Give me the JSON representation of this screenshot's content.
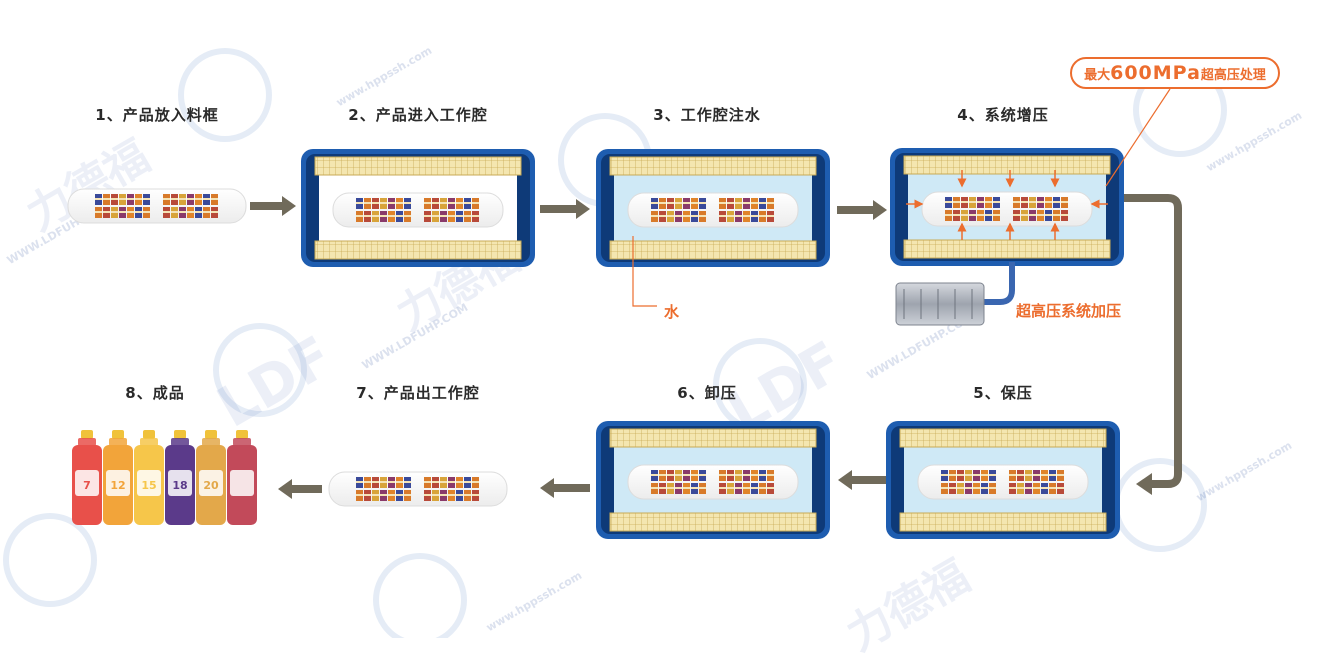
{
  "steps": [
    {
      "label": "1、产品放入料框"
    },
    {
      "label": "2、产品进入工作腔"
    },
    {
      "label": "3、工作腔注水"
    },
    {
      "label": "4、系统增压"
    },
    {
      "label": "5、保压"
    },
    {
      "label": "6、卸压"
    },
    {
      "label": "7、产品出工作腔"
    },
    {
      "label": "8、成品"
    }
  ],
  "annotations": {
    "water": "水",
    "pump": "超高压系统加压",
    "callout_prefix": "最大",
    "callout_value": "600MPa",
    "callout_suffix": "超高压处理"
  },
  "watermarks": {
    "brand_cn": "力德福",
    "brand_en": "LDFUHP.COM",
    "brand_url": "WWW.LDFUHP.COM",
    "logo": "LDF",
    "brand2_url": "www.hppssh.com"
  },
  "bottles": [
    {
      "label": "7",
      "color": "#e8504a"
    },
    {
      "label": "12",
      "color": "#f2a43a"
    },
    {
      "label": "15",
      "color": "#f6c64a"
    },
    {
      "label": "18",
      "color": "#5b3a8a"
    },
    {
      "label": "20",
      "color": "#e3a84a"
    },
    {
      "label": "",
      "color": "#c24a5a"
    }
  ],
  "colors": {
    "chamber_outer": "#0e3a78",
    "chamber_rim": "#1e5db0",
    "chamber_inner": "#ffffff",
    "water": "#cfe9f6",
    "pad": "#f4e6b0",
    "pad_line": "#c8aa55",
    "arrow": "#706a5a",
    "orange": "#ec6d2e",
    "pipe": "#3a66b0"
  }
}
